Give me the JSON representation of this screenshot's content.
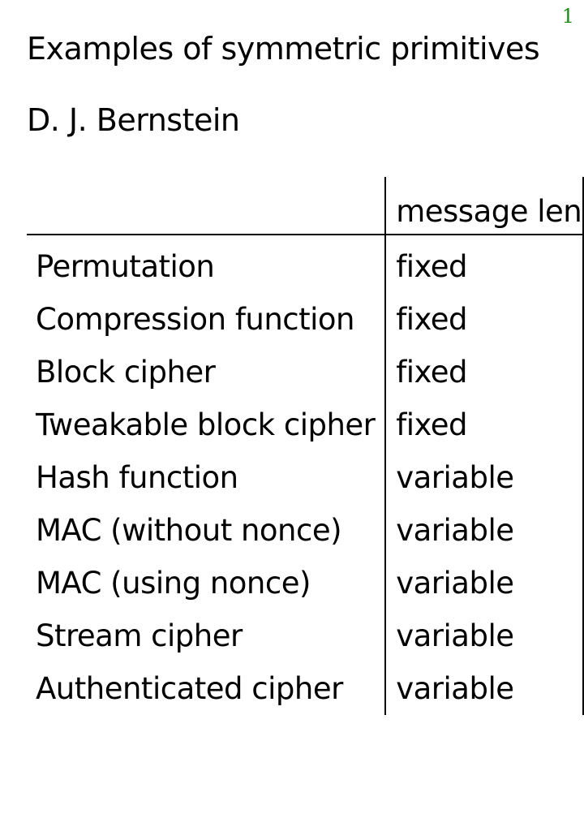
{
  "page_number": "1",
  "title": "Examples of symmetric primitives",
  "author": "D. J. Bernstein",
  "table": {
    "headers": [
      "",
      "message len"
    ],
    "rows": [
      {
        "primitive": "Permutation",
        "message_len": "fixed"
      },
      {
        "primitive": "Compression function",
        "message_len": "fixed"
      },
      {
        "primitive": "Block cipher",
        "message_len": "fixed"
      },
      {
        "primitive": "Tweakable block cipher",
        "message_len": "fixed"
      },
      {
        "primitive": "Hash function",
        "message_len": "variable"
      },
      {
        "primitive": "MAC (without nonce)",
        "message_len": "variable"
      },
      {
        "primitive": "MAC (using nonce)",
        "message_len": "variable"
      },
      {
        "primitive": "Stream cipher",
        "message_len": "variable"
      },
      {
        "primitive": "Authenticated cipher",
        "message_len": "variable"
      }
    ]
  },
  "colors": {
    "page_number": "#1a8a1a",
    "text": "#000000",
    "background": "#ffffff"
  }
}
